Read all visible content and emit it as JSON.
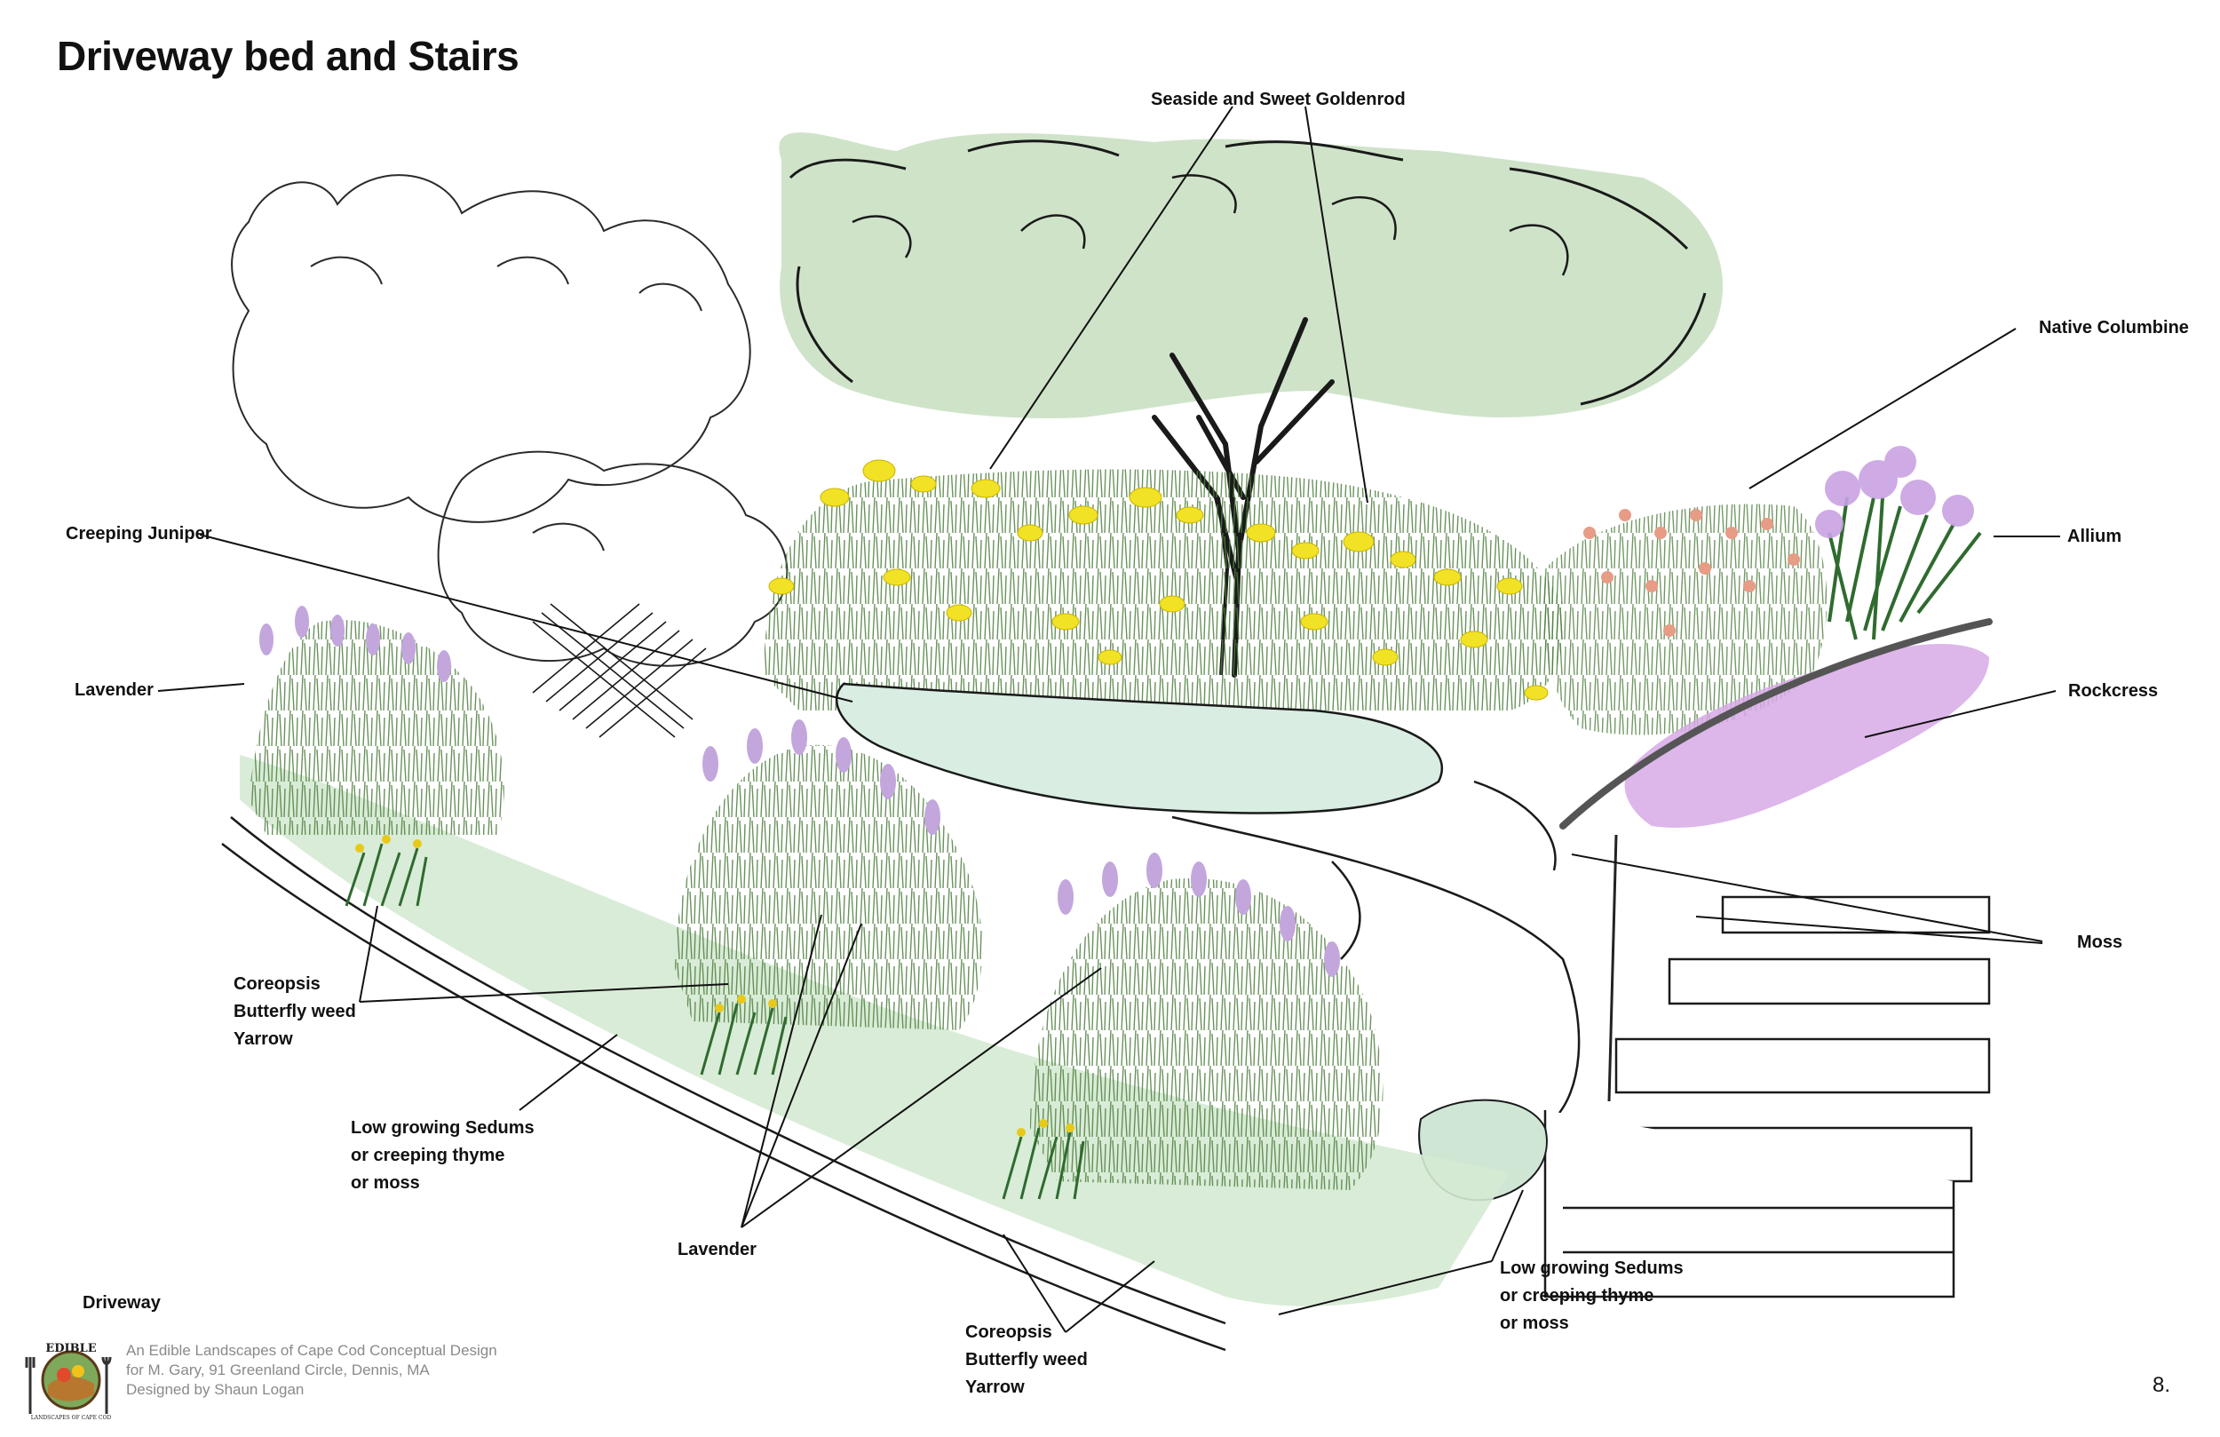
{
  "title": "Driveway bed and Stairs",
  "labels": {
    "goldenrod": "Seaside and Sweet Goldenrod",
    "columbine": "Native Columbine",
    "allium": "Allium",
    "rockcress": "Rockcress",
    "moss": "Moss",
    "juniper": "Creeping Juniper",
    "lavender_left": "Lavender",
    "coreopsis_left": [
      "Coreopsis",
      "Butterfly weed",
      "Yarrow"
    ],
    "sedums_left": [
      "Low growing Sedums",
      "or creeping thyme",
      "or moss"
    ],
    "lavender_center": "Lavender",
    "coreopsis_bottom": [
      "Coreopsis",
      "Butterfly weed",
      "Yarrow"
    ],
    "sedums_right": [
      "Low growing Sedums",
      "or creeping thyme",
      "or moss"
    ],
    "driveway": "Driveway"
  },
  "footer": {
    "lines": [
      "An Edible Landscapes of Cape Cod Conceptual Design",
      "for M. Gary, 91 Greenland Circle, Dennis, MA",
      "Designed by Shaun Logan"
    ],
    "page_number": "8."
  },
  "logo": {
    "text_top": "EDIBLE",
    "text_bottom": "LANDSCAPES OF CAPE COD"
  },
  "colors": {
    "foliage_green": "#cfe3c9",
    "moss_mint": "#d9ede3",
    "goldenrod_yellow": "#f2e225",
    "lavender_purple": "#c3a6dc",
    "rockcress_pink": "#d7a9e6",
    "columbine_salmon": "#e79c86",
    "stem_green": "#4f7f3f",
    "ink": "#1a1a1a"
  }
}
